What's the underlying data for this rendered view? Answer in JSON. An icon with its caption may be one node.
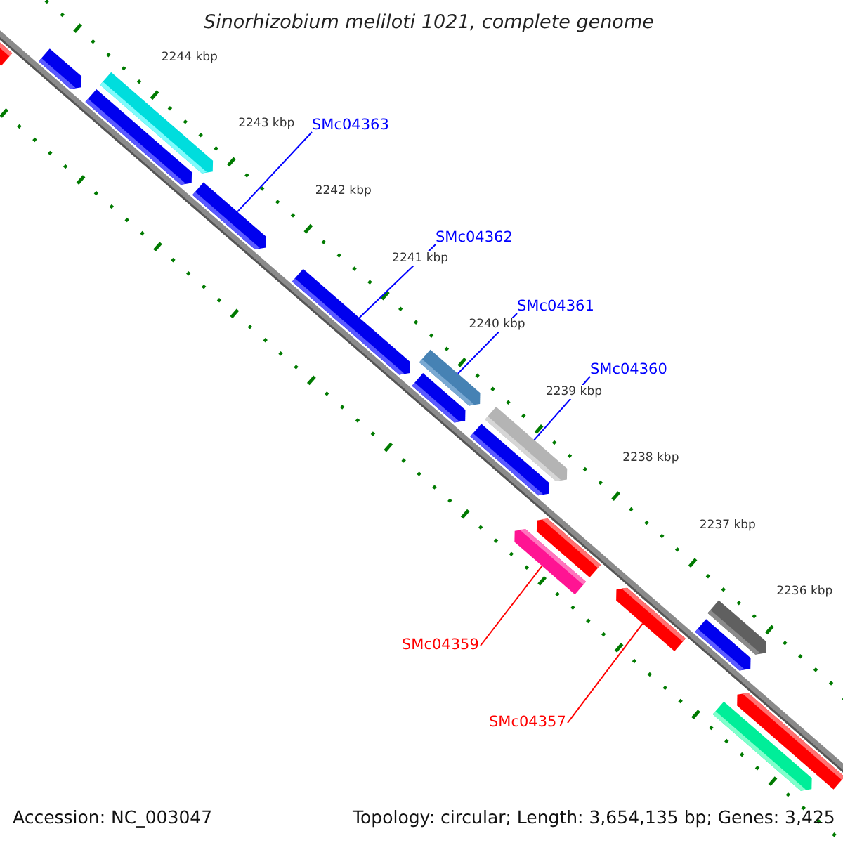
{
  "diagram": {
    "title": "Sinorhizobium meliloti 1021, complete genome",
    "nodes": [
      {
        "text": [
          "SMc04363"
        ]
      },
      {
        "text": [
          "SMc04362"
        ]
      },
      {
        "text": [
          "SMc04361"
        ]
      },
      {
        "text": [
          "SMc04360"
        ]
      },
      {
        "text": [
          "SMc04359"
        ]
      },
      {
        "text": [
          "SMc04357"
        ]
      },
      {
        "text": [],
        "shape": "bar"
      },
      {
        "text": [],
        "shape": "bar"
      },
      {
        "text": [],
        "shape": "bar"
      },
      {
        "text": [],
        "shape": "bar"
      },
      {
        "text": [],
        "shape": "bar"
      },
      {
        "text": [],
        "shape": "bar"
      },
      {
        "text": [],
        "shape": "bar"
      },
      {
        "text": [],
        "shape": "bar"
      },
      {
        "text": [],
        "shape": "bar"
      },
      {
        "text": [],
        "shape": "bar"
      },
      {
        "text": [],
        "shape": "bar"
      },
      {
        "text": [],
        "shape": "bar"
      },
      {
        "text": [],
        "shape": "bar"
      },
      {
        "text": [],
        "shape": "bar"
      },
      {
        "text": [],
        "shape": "bar"
      },
      {
        "text": [],
        "shape": "bar"
      },
      {
        "text": [],
        "shape": "bar"
      }
    ],
    "edges": [
      {
        "from": 0,
        "to": 10,
        "arrow": "none"
      },
      {
        "from": 1,
        "to": 11,
        "arrow": "none"
      },
      {
        "from": 2,
        "to": 13,
        "arrow": "none"
      },
      {
        "from": 3,
        "to": 15,
        "arrow": "none"
      },
      {
        "from": 4,
        "to": 17,
        "arrow": "none",
        "color": "#ff0000"
      },
      {
        "from": 5,
        "to": 18,
        "arrow": "none",
        "color": "#ff0000"
      }
    ],
    "labels": [
      "2244 kbp",
      "2243 kbp",
      "2242 kbp",
      "2241 kbp",
      "2240 kbp",
      "2239 kbp",
      "2238 kbp",
      "2237 kbp",
      "2236 kbp",
      "Accession: NC_003047",
      "Topology: circular; Length: 3,654,135 bp; Genes: 3,425"
    ]
  }
}
